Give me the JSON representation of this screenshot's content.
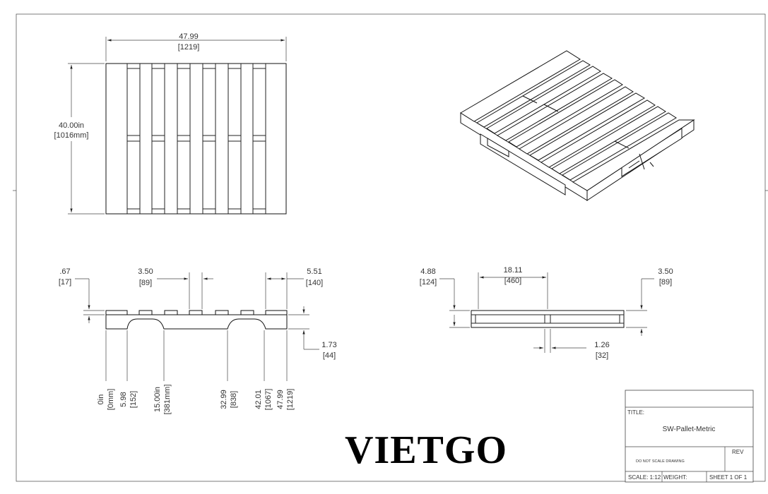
{
  "top_view": {
    "width": "47.99",
    "width_mm": "[1219]",
    "height": "40.00in",
    "height_mm": "[1016mm]"
  },
  "side_view": {
    "deck_thickness": ".67",
    "deck_thickness_mm": "[17]",
    "board_width": "3.50",
    "board_width_mm": "[89]",
    "end_board": "5.51",
    "end_board_mm": "[140]",
    "stringer_height": "1.73",
    "stringer_height_mm": "[44]",
    "positions": [
      {
        "in": "0in",
        "mm": "[0mm]"
      },
      {
        "in": "5.98",
        "mm": "[152]"
      },
      {
        "in": "15.00in",
        "mm": "[381mm]"
      },
      {
        "in": "32.99",
        "mm": "[838]"
      },
      {
        "in": "42.01",
        "mm": "[1067]"
      },
      {
        "in": "47.99",
        "mm": "[1219]"
      }
    ]
  },
  "end_view": {
    "height": "4.88",
    "height_mm": "[124]",
    "center": "18.11",
    "center_mm": "[460]",
    "board": "3.50",
    "board_mm": "[89]",
    "stringer": "1.26",
    "stringer_mm": "[32]"
  },
  "title_block": {
    "title_label": "TITLE:",
    "title": "SW-Pallet-Metric",
    "rev_label": "REV",
    "note": "DO NOT SCALE DRAWING",
    "scale": "SCALE: 1:12",
    "weight": "WEIGHT:",
    "sheet": "SHEET 1 OF 1"
  },
  "watermark": "VIETGO"
}
